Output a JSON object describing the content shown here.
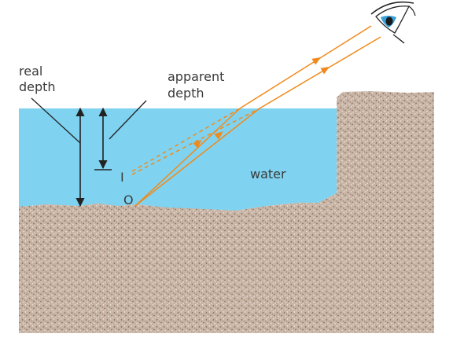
{
  "labels": {
    "real_depth_line1": "real",
    "real_depth_line2": "depth",
    "apparent_depth_line1": "apparent",
    "apparent_depth_line2": "depth",
    "water": "water",
    "image_point": "I",
    "object_point": "O"
  },
  "colors": {
    "water": "#7fd3f1",
    "ground": "#c7b2a2",
    "ray": "#f08a1c",
    "line": "#222222",
    "eye_iris": "#3a9fd6"
  }
}
